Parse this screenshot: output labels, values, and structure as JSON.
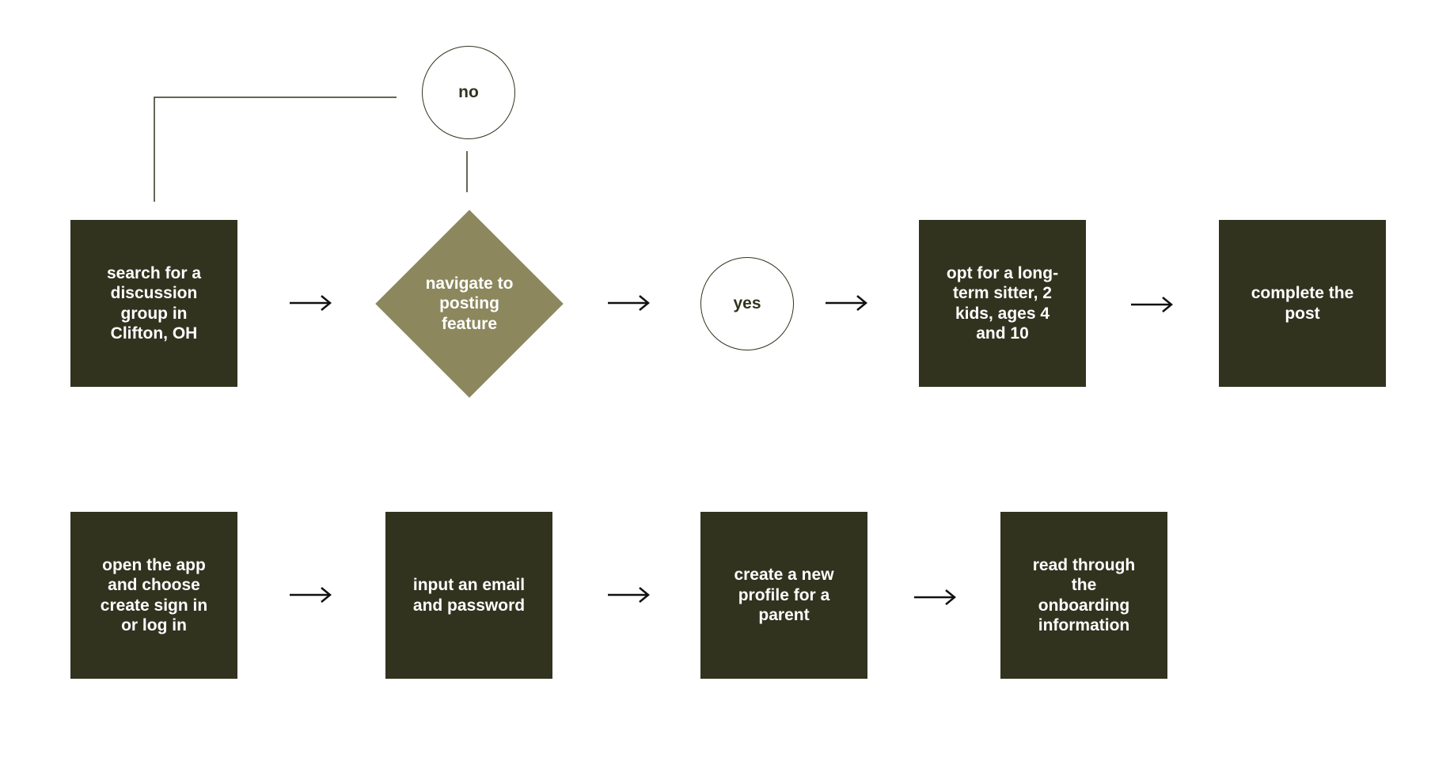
{
  "colors": {
    "box_fill": "#32331f",
    "diamond_fill": "#8d875e",
    "text_light": "#ffffff",
    "line": "#32331f",
    "background": "#ffffff"
  },
  "row1": {
    "search_group": "search for a\ndiscussion\ngroup in\nClifton, OH",
    "navigate_posting": "navigate to\nposting\nfeature",
    "yes_label": "yes",
    "no_label": "no",
    "opt_sitter": "opt for a long-\nterm sitter, 2\nkids, ages 4\nand 10",
    "complete_post": "complete the\npost"
  },
  "row2": {
    "open_app": "open the app\nand choose\ncreate sign in\nor log in",
    "input_credentials": "input an email\nand password",
    "create_profile": "create a new\nprofile for a\nparent",
    "read_onboarding": "read through\nthe\nonboarding\ninformation"
  }
}
